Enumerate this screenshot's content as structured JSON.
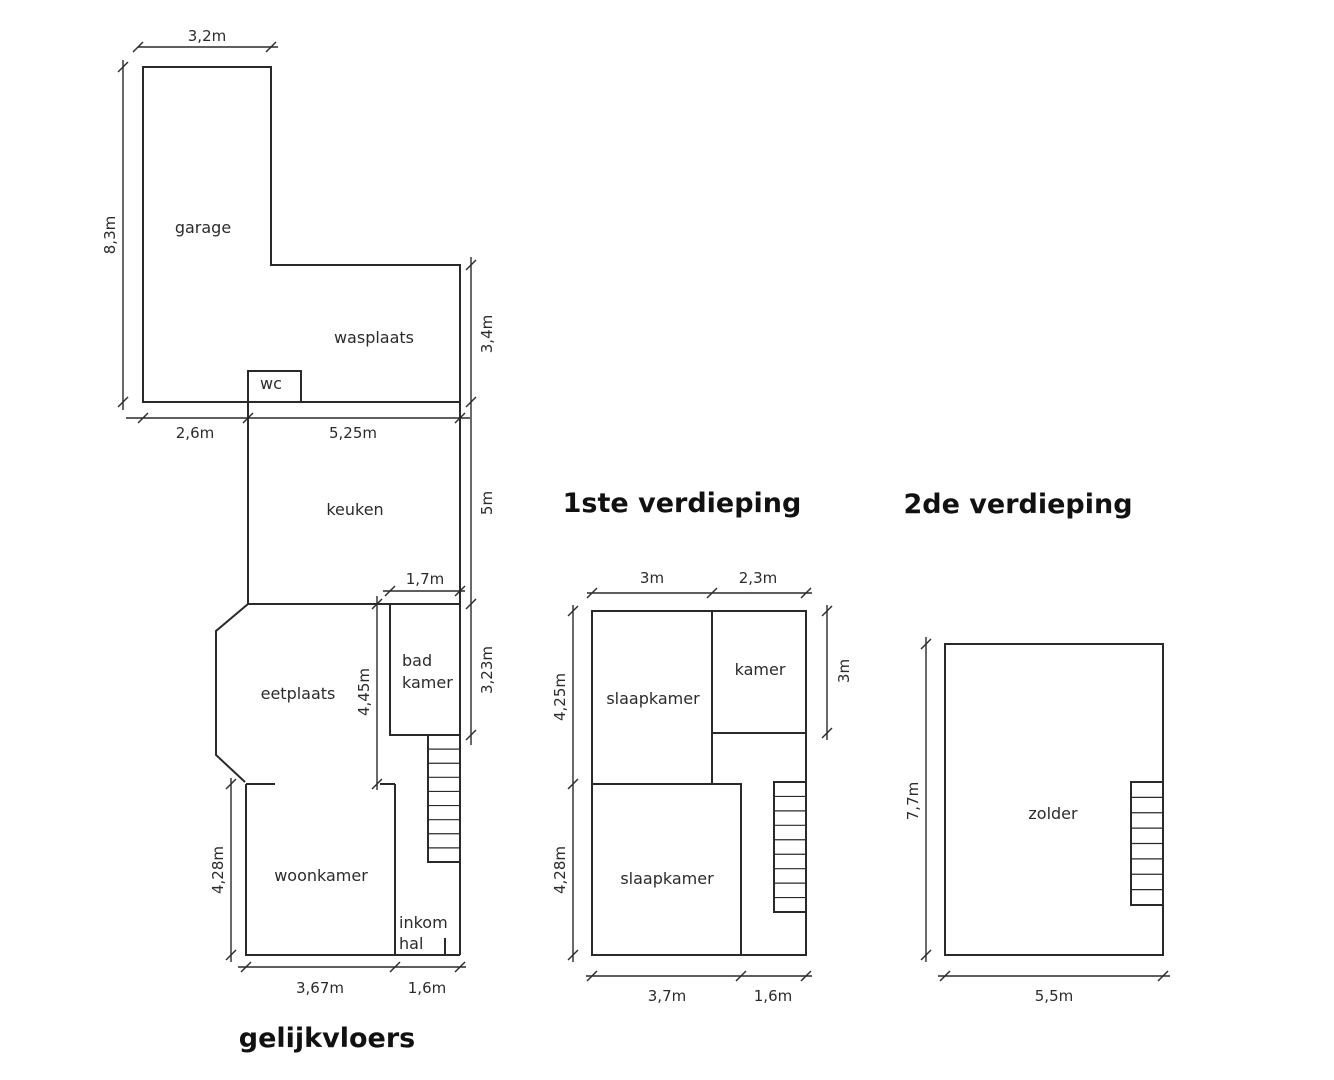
{
  "floors": {
    "ground": {
      "title": "gelijkvloers",
      "rooms": {
        "garage": "garage",
        "wasplaats": "wasplaats",
        "wc": "wc",
        "keuken": "keuken",
        "eetplaats": "eetplaats",
        "badkamer_line1": "bad",
        "badkamer_line2": "kamer",
        "woonkamer": "woonkamer",
        "inkomhal_line1": "inkom",
        "inkomhal_line2": "hal"
      },
      "dims": {
        "garage_width": "3,2m",
        "garage_length": "8,3m",
        "wasplaats_depth": "3,4m",
        "rear_left": "2,6m",
        "rear_right": "5,25m",
        "keuken_depth": "5m",
        "badkamer_width": "1,7m",
        "badkamer_depth": "3,23m",
        "eetplaats_depth": "4,45m",
        "woonkamer_depth": "4,28m",
        "front_left": "3,67m",
        "front_right": "1,6m"
      }
    },
    "first": {
      "title": "1ste verdieping",
      "rooms": {
        "slaapkamer_top": "slaapkamer",
        "kamer": "kamer",
        "slaapkamer_bottom": "slaapkamer"
      },
      "dims": {
        "top_left": "3m",
        "top_right": "2,3m",
        "kamer_depth": "3m",
        "left_top": "4,25m",
        "left_bottom": "4,28m",
        "bottom_left": "3,7m",
        "bottom_right": "1,6m"
      }
    },
    "second": {
      "title": "2de verdieping",
      "rooms": {
        "zolder": "zolder"
      },
      "dims": {
        "depth": "7,7m",
        "width": "5,5m"
      }
    }
  }
}
